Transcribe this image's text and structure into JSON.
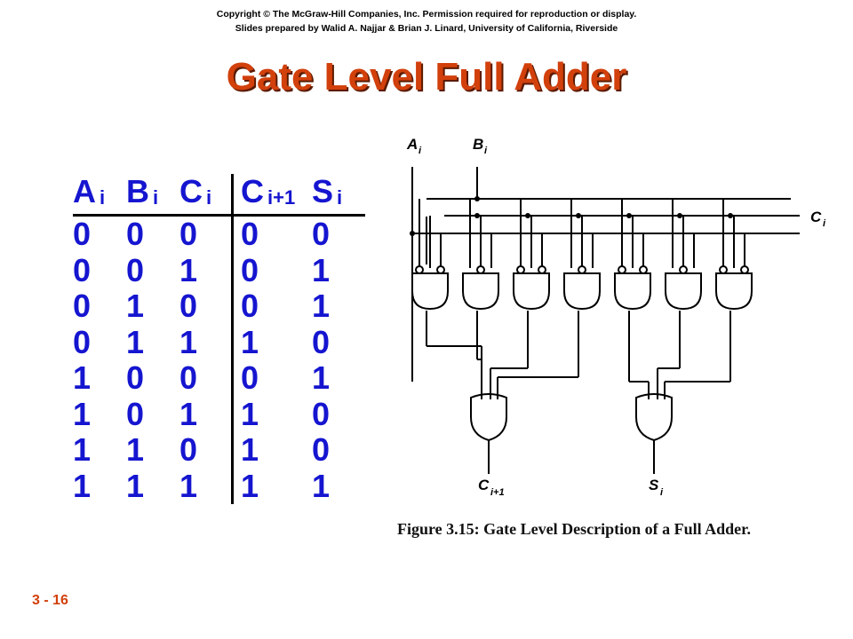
{
  "header": {
    "copyright_line": "Copyright © The McGraw-Hill Companies, Inc. Permission required for reproduction or display.",
    "credits_line": "Slides prepared by Walid A. Najjar & Brian J. Linard, University of California, Riverside"
  },
  "title": "Gate Level Full Adder",
  "truth_table": {
    "headers": [
      {
        "main": "A",
        "sub": "i"
      },
      {
        "main": "B",
        "sub": "i"
      },
      {
        "main": "C",
        "sub": "i"
      },
      {
        "main": "C",
        "sub": "i+1"
      },
      {
        "main": "S",
        "sub": "i"
      }
    ],
    "rows": [
      [
        "0",
        "0",
        "0",
        "0",
        "0"
      ],
      [
        "0",
        "0",
        "1",
        "0",
        "1"
      ],
      [
        "0",
        "1",
        "0",
        "0",
        "1"
      ],
      [
        "0",
        "1",
        "1",
        "1",
        "0"
      ],
      [
        "1",
        "0",
        "0",
        "0",
        "1"
      ],
      [
        "1",
        "0",
        "1",
        "1",
        "0"
      ],
      [
        "1",
        "1",
        "0",
        "1",
        "0"
      ],
      [
        "1",
        "1",
        "1",
        "1",
        "1"
      ]
    ]
  },
  "figure": {
    "labels": {
      "a": {
        "main": "A",
        "sub": "i"
      },
      "b": {
        "main": "B",
        "sub": "i"
      },
      "c": {
        "main": "C",
        "sub": "i"
      },
      "carry": {
        "main": "C",
        "sub": "i+1"
      },
      "sum": {
        "main": "S",
        "sub": "i"
      }
    },
    "caption": "Figure 3.15: Gate Level Description of a Full Adder."
  },
  "slide_number": "3 - 16",
  "colors": {
    "title": "#d2400c",
    "table_text": "#1515d0"
  }
}
